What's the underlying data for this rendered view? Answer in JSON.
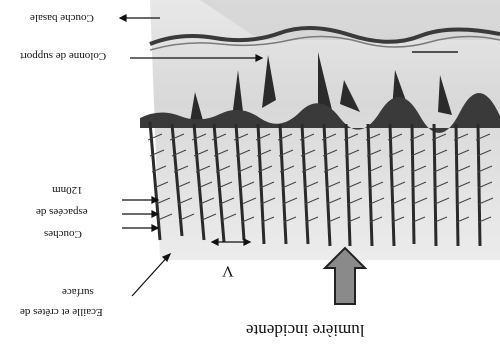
{
  "figure": {
    "labels": {
      "couche_basale": "Couche basale",
      "colonne_support": "Colonne de support",
      "couches": "Couches",
      "espacees": "espacées de",
      "nm": "120nm",
      "ecaille_1": "Ecaille et crêtes de",
      "ecaille_2": "surface",
      "v": "V",
      "incident": "lumière incidente"
    },
    "colors": {
      "background": "#ffffff",
      "tissue_light": "#d9d9d9",
      "tissue_dark": "#2a2a2a",
      "arrow_fill": "#8a8a8a"
    }
  }
}
